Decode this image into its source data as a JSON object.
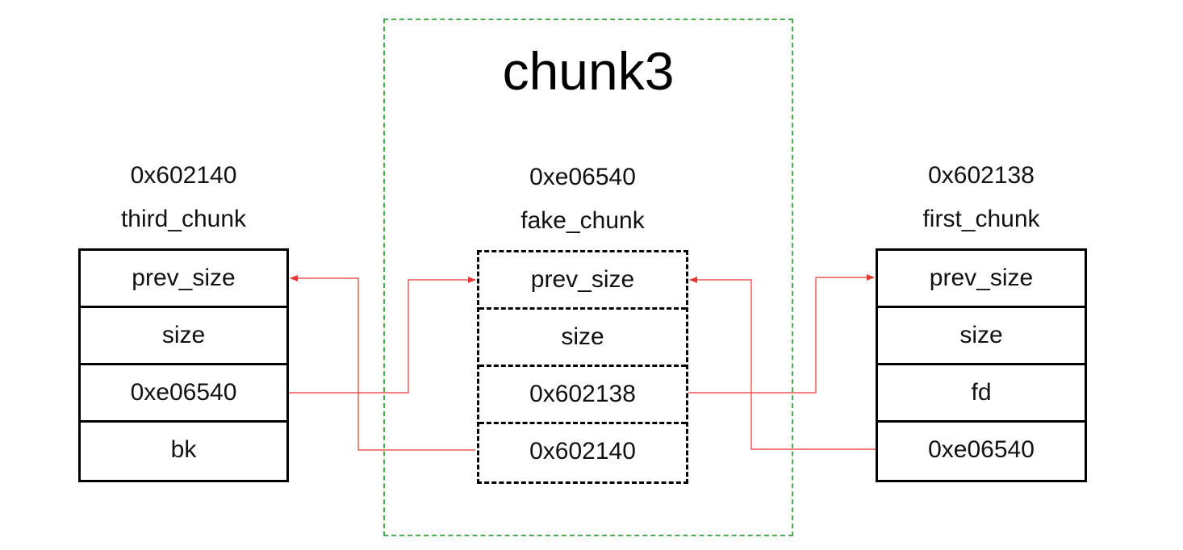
{
  "group": {
    "title": "chunk3",
    "border_color": "#4caf50"
  },
  "arrow_color": "#e53935",
  "chunks": {
    "third": {
      "address": "0x602140",
      "name": "third_chunk",
      "fields": [
        "prev_size",
        "size",
        "0xe06540",
        "bk"
      ]
    },
    "fake": {
      "address": "0xe06540",
      "name": "fake_chunk",
      "fields": [
        "prev_size",
        "size",
        "0x602138",
        "0x602140"
      ]
    },
    "first": {
      "address": "0x602138",
      "name": "first_chunk",
      "fields": [
        "prev_size",
        "size",
        "fd",
        "0xe06540"
      ]
    }
  },
  "links": [
    {
      "from": "third.fields.2",
      "to": "fake.fields.0"
    },
    {
      "from": "fake.fields.3",
      "to": "third.fields.0"
    },
    {
      "from": "fake.fields.2",
      "to": "first.fields.0"
    },
    {
      "from": "first.fields.3",
      "to": "fake.fields.0"
    }
  ]
}
